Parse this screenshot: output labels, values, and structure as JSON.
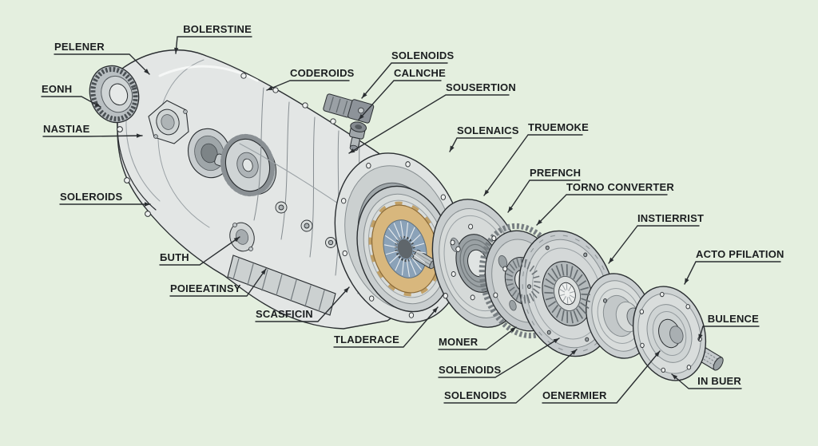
{
  "scene": {
    "description": "Exploded-view technical illustration of a vehicle transmission / gearbox with clutch discs, torque converter parts, output flange and splined shaft, annotated with callout labels",
    "background_color": "#e4efdf",
    "line_color": "#2a2e31",
    "metal_light": "#e3e6e5",
    "metal_mid": "#c7cccd",
    "metal_dark": "#9aa1a4",
    "clutch_ring_tan": "#d8b77d",
    "clutch_fingers_blue": "#8ba2b8"
  },
  "callouts": [
    "PELENER",
    "BOLERSTINE",
    "EONH",
    "NASTIAE",
    "CODEROIDS",
    "SOLENOIDS",
    "CALNCHE",
    "SOUSERTION",
    "SOLENAICS",
    "TRUEMOKE",
    "PREFNCH",
    "TORNO CONVERTER",
    "INSTIERRIST",
    "ACTO PFILATION",
    "BULENCE",
    "IN BUER",
    "SOLEROIDS",
    "БUTH",
    "POIEEATINSY",
    "SCASFICIN",
    "TLADERACE",
    "MONER",
    "SOLENOIDS",
    "SOLENOIDS",
    "OENERMIER"
  ]
}
